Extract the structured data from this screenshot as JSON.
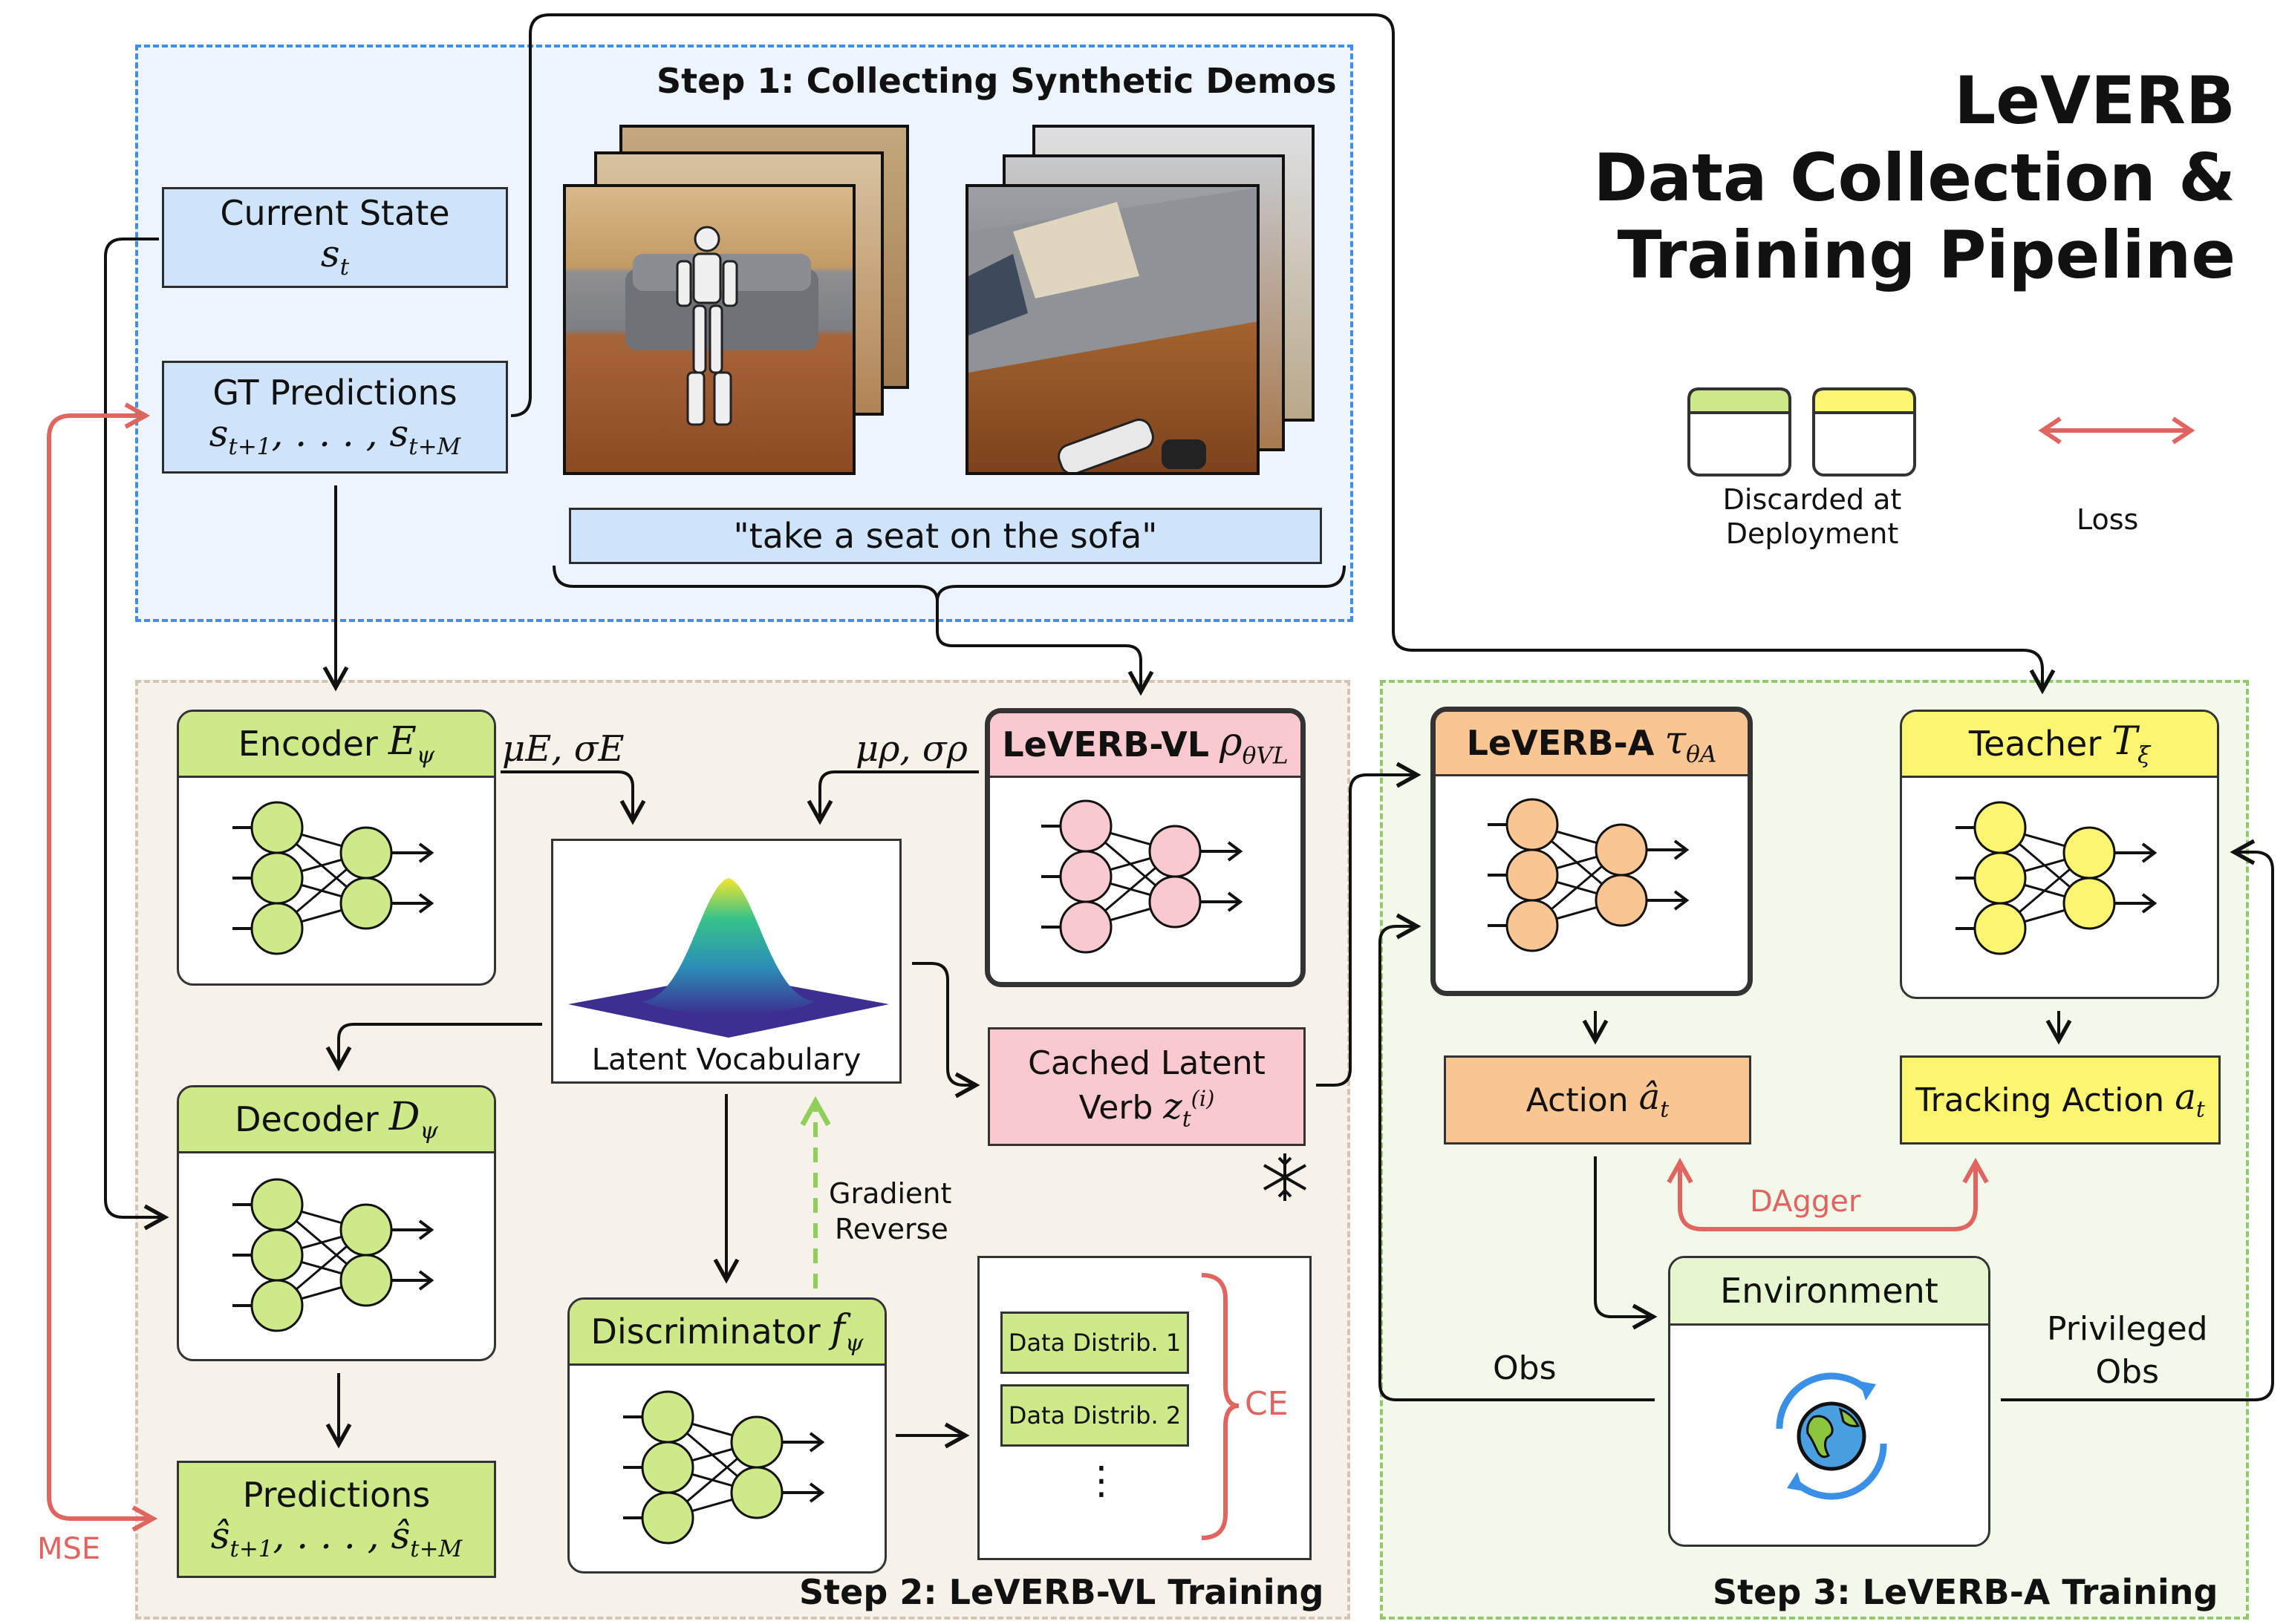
{
  "title": {
    "line1": "LeVERB",
    "line2": "Data Collection &",
    "line3": "Training Pipeline"
  },
  "legend": {
    "discarded": "Discarded at Deployment",
    "discarded_line1": "Discarded at",
    "discarded_line2": "Deployment",
    "loss": "Loss"
  },
  "colors": {
    "blue": "#cfe3fa",
    "green": "#cde98a",
    "pink": "#f9c9cf",
    "orange": "#f9c592",
    "yellow": "#fbf56f",
    "loss": "#e06460",
    "gradient": "#8fcf5a"
  },
  "step1": {
    "title": "Step 1: Collecting Synthetic Demos",
    "current_state": {
      "label": "Current State",
      "math": "s",
      "sub": "t"
    },
    "gt_predictions": {
      "label": "GT Predictions",
      "math": "s",
      "sub1": "t+1",
      "mid": ", . . . , ",
      "sub2": "t+M"
    },
    "instruction": "\"take a seat on the sofa\""
  },
  "step2": {
    "title": "Step 2: LeVERB-VL Training",
    "encoder": {
      "label": "Encoder",
      "math": "E",
      "sub": "ψ"
    },
    "decoder": {
      "label": "Decoder",
      "math": "D",
      "sub": "ψ"
    },
    "vl_model": {
      "label": "LeVERB-VL",
      "math": "ρ",
      "sub": "θVL"
    },
    "latent_vocab": "Latent Vocabulary",
    "mu_e": "μE, σE",
    "mu_rho": "μρ, σρ",
    "cached_latent": {
      "line1": "Cached Latent",
      "line2": "Verb",
      "math": "z",
      "sub": "t",
      "sup": "(i)"
    },
    "gradient_reverse": {
      "line1": "Gradient",
      "line2": "Reverse"
    },
    "discriminator": {
      "label": "Discriminator",
      "math": "f",
      "sub": "ψ"
    },
    "data_distrib": [
      "Data Distrib. 1",
      "Data Distrib. 2"
    ],
    "ellipsis": "⋮",
    "ce": "CE",
    "predictions": {
      "label": "Predictions",
      "math": "ŝ",
      "sub1": "t+1",
      "mid": ", . . . , ",
      "sub2": "t+M"
    },
    "mse": "MSE"
  },
  "step3": {
    "title": "Step 3: LeVERB-A Training",
    "a_model": {
      "label": "LeVERB-A",
      "math": "τ",
      "sub": "θA"
    },
    "teacher": {
      "label": "Teacher",
      "math": "T",
      "sub": "ξ"
    },
    "action": {
      "label": "Action",
      "math": "â",
      "sub": "t"
    },
    "tracking_action": {
      "label": "Tracking Action",
      "math": "a",
      "sub": "t"
    },
    "dagger": "DAgger",
    "environment": "Environment",
    "obs": "Obs",
    "privileged_obs": {
      "line1": "Privileged",
      "line2": "Obs"
    }
  }
}
